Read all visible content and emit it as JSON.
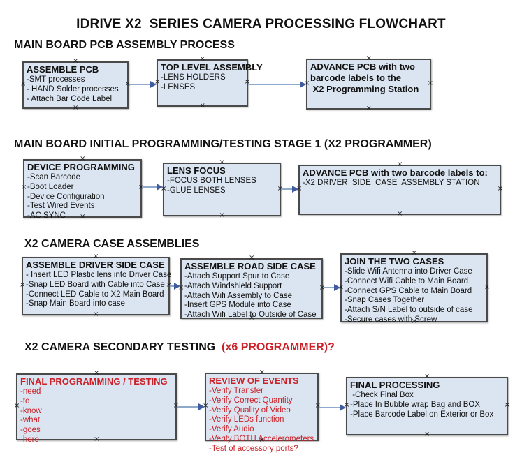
{
  "title": "IDRIVE X2  SERIES CAMERA PROCESSING FLOWCHART",
  "colors": {
    "box_fill": "#dbe5f1",
    "box_border": "#4a4a4a",
    "red_text": "#cb2027",
    "arrow_line": "#8fa9cc",
    "arrow_head": "#3f5c9e"
  },
  "sections": [
    {
      "heading": "MAIN BOARD PCB ASSEMBLY PROCESS",
      "boxes": [
        {
          "title": "ASSEMBLE PCB",
          "body": [
            "-SMT processes",
            "- HAND Solder processes",
            "- Attach Bar Code Label"
          ]
        },
        {
          "title": "TOP LEVEL ASSEMBLY",
          "body": [
            "-LENS HOLDERS",
            "-LENSES"
          ]
        },
        {
          "title": "ADVANCE PCB with two",
          "body": [
            "barcode labels to the",
            " X2 Programming Station"
          ]
        }
      ]
    },
    {
      "heading": "MAIN BOARD INITIAL PROGRAMMING/TESTING STAGE 1 (X2 PROGRAMMER)",
      "boxes": [
        {
          "title": "DEVICE PROGRAMMING",
          "body": [
            "-Scan Barcode",
            "-Boot Loader",
            "-Device Configuration",
            "-Test Wired Events",
            "-AC SYNC"
          ]
        },
        {
          "title": "LENS FOCUS",
          "body": [
            "-FOCUS BOTH LENSES",
            "-GLUE LENSES"
          ]
        },
        {
          "title": "ADVANCE PCB with two barcode labels to:",
          "body": [
            "-X2 DRIVER  SIDE  CASE  ASSEMBLY STATION"
          ]
        }
      ]
    },
    {
      "heading": "X2 CAMERA CASE ASSEMBLIES",
      "boxes": [
        {
          "title": "ASSEMBLE DRIVER SIDE CASE",
          "body": [
            "- Insert LED Plastic lens into Driver Case",
            "-Snap LED Board with Cable into Case",
            "-Connect LED Cable to X2 Main Board",
            "-Snap Main Board into case"
          ]
        },
        {
          "title": "ASSEMBLE ROAD SIDE CASE",
          "body": [
            "-Attach Support Spur to Case",
            "-Attach Windshield Support",
            "-Attach Wifi Assembly to Case",
            "-Insert GPS Module into Case",
            "-Attach Wifi Label to Outside of Case"
          ]
        },
        {
          "title": "JOIN THE TWO CASES",
          "body": [
            "-Slide Wifi Antenna into Driver Case",
            "-Connect Wifi Cable to Main Board",
            "-Connect GPS Cable to Main Board",
            "-Snap Cases Together",
            "-Attach S/N Label to outside of case",
            "-Secure cases with Screw"
          ]
        }
      ]
    },
    {
      "heading": "X2 CAMERA SECONDARY TESTING ",
      "heading_red": " (x6 PROGRAMMER)?",
      "boxes": [
        {
          "title": "FINAL PROGRAMMING / TESTING",
          "body": [
            "-need",
            "-to",
            "-know",
            "-what",
            "-goes",
            "-here"
          ]
        },
        {
          "title": "REVIEW OF EVENTS",
          "body": [
            "-Verify Transfer",
            "-Verify Correct Quantity",
            "-Verify Quality of Video",
            "-Verify LEDs function",
            "-Verify Audio",
            "-Verify BOTH Accelerometers",
            "-Test of accessory ports?"
          ]
        },
        {
          "title": "FINAL PROCESSING",
          "body": [
            " -Check Final Box",
            "-Place In Bubble wrap Bag and BOX",
            "-Place Barcode Label on Exterior or Box"
          ]
        }
      ]
    }
  ]
}
